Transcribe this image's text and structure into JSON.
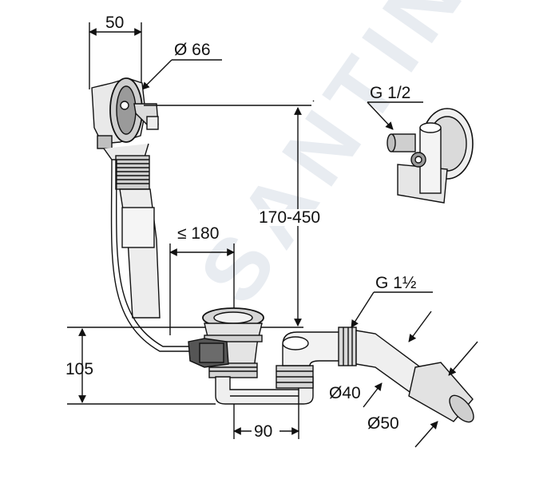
{
  "watermark": "SANTINO",
  "dimensions": {
    "top_width": "50",
    "rosette_diameter": "Ø 66",
    "fill_height": "170-450",
    "waste_offset": "≤ 180",
    "overflow_thread": "G 1/2",
    "outlet_thread": "G 1½",
    "height": "105",
    "trap_spacing": "90",
    "pipe_diameter_small": "Ø40",
    "pipe_diameter_large": "Ø50"
  }
}
